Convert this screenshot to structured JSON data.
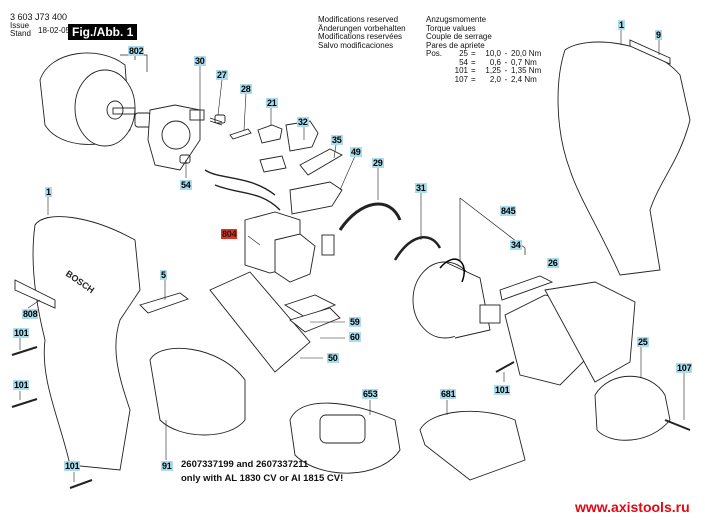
{
  "header": {
    "document_number": "3 603 J73 400",
    "issue_label_en": "Issue",
    "issue_label_de": "Stand",
    "issue_date": "18-02-05",
    "figure_label": "Fig./Abb. 1"
  },
  "modifications": [
    "Modifications reserved",
    "Änderungen vorbehalten",
    "Modifications reservées",
    "Salvo modificaciones"
  ],
  "torque": {
    "titles": [
      "Anzugsmomente",
      "Torque values",
      "Couple de serrage",
      "Pares de apriete"
    ],
    "pos_label": "Pos.",
    "rows": [
      {
        "pos": "25",
        "min": "10,0",
        "max": "20,0 Nm"
      },
      {
        "pos": "54",
        "min": "0,6",
        "max": "0,7 Nm"
      },
      {
        "pos": "101",
        "min": "1,25",
        "max": "1,35 Nm"
      },
      {
        "pos": "107",
        "min": "2,0",
        "max": "2,4 Nm"
      }
    ]
  },
  "parts": [
    {
      "id": "802",
      "highlight": false
    },
    {
      "id": "30",
      "highlight": false
    },
    {
      "id": "27",
      "highlight": false
    },
    {
      "id": "28",
      "highlight": false
    },
    {
      "id": "21",
      "highlight": false
    },
    {
      "id": "32",
      "highlight": false
    },
    {
      "id": "35",
      "highlight": false
    },
    {
      "id": "49",
      "highlight": false
    },
    {
      "id": "29",
      "highlight": false
    },
    {
      "id": "31",
      "highlight": false
    },
    {
      "id": "54",
      "highlight": false
    },
    {
      "id": "1",
      "highlight": false
    },
    {
      "id": "804",
      "highlight": true
    },
    {
      "id": "845",
      "highlight": false
    },
    {
      "id": "34",
      "highlight": false
    },
    {
      "id": "26",
      "highlight": false
    },
    {
      "id": "5",
      "highlight": false
    },
    {
      "id": "808",
      "highlight": false
    },
    {
      "id": "101",
      "highlight": false
    },
    {
      "id": "59",
      "highlight": false
    },
    {
      "id": "60",
      "highlight": false
    },
    {
      "id": "50",
      "highlight": false
    },
    {
      "id": "101",
      "highlight": false
    },
    {
      "id": "101",
      "highlight": false
    },
    {
      "id": "653",
      "highlight": false
    },
    {
      "id": "681",
      "highlight": false
    },
    {
      "id": "91",
      "highlight": false
    },
    {
      "id": "101",
      "highlight": false
    },
    {
      "id": "1",
      "highlight": false
    },
    {
      "id": "9",
      "highlight": false
    },
    {
      "id": "25",
      "highlight": false
    },
    {
      "id": "107",
      "highlight": false
    }
  ],
  "note": {
    "line1": "2607337199 and 2607337211",
    "line2": "only with AL 1830 CV or AI 1815 CV!"
  },
  "watermark": "www.axistools.ru",
  "colors": {
    "label_bg": "#a9dcec",
    "highlight_bg": "#e0331f",
    "watermark": "#e30613"
  }
}
